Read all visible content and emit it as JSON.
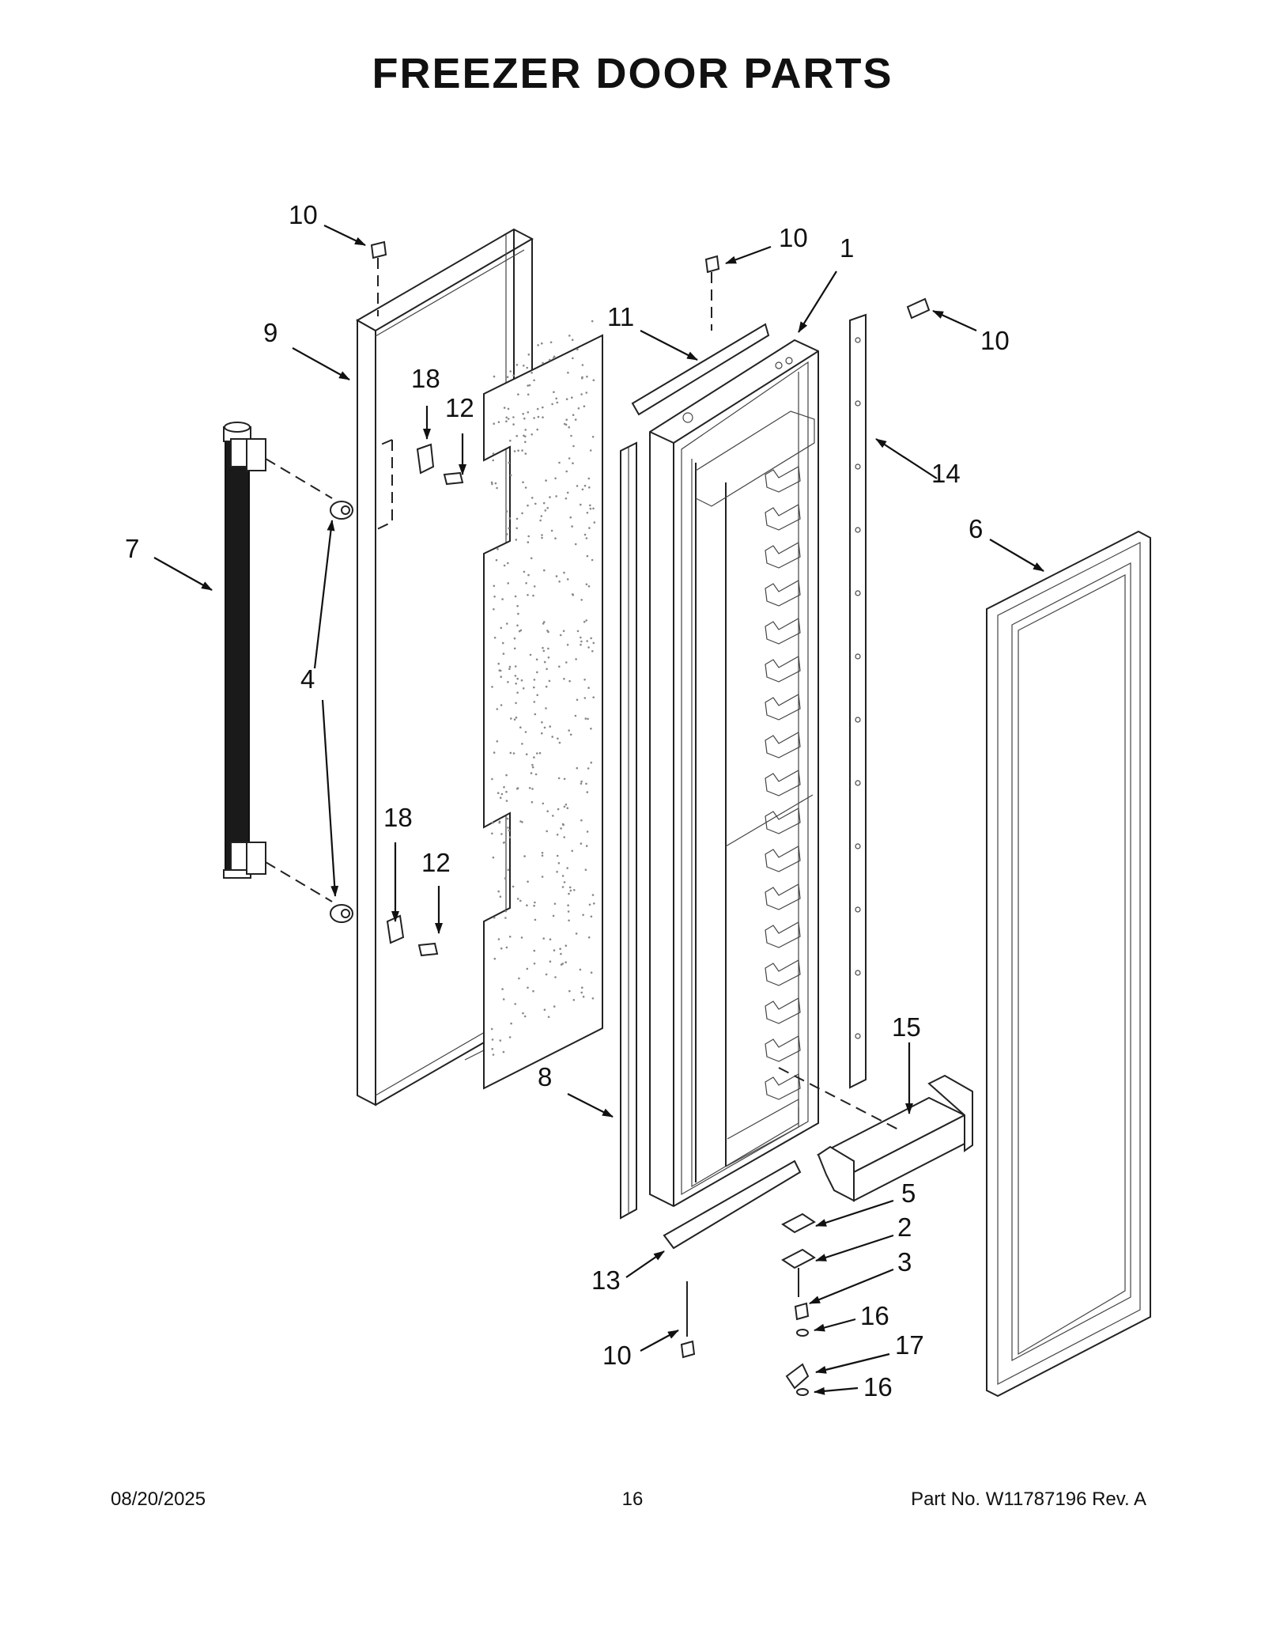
{
  "title": "FREEZER DOOR PARTS",
  "footer": {
    "date": "08/20/2025",
    "page": "16",
    "part": "Part No.  W11787196  Rev.  A"
  },
  "callouts": {
    "c1": "1",
    "c2": "2",
    "c3": "3",
    "c4": "4",
    "c5": "5",
    "c6": "6",
    "c7": "7",
    "c8": "8",
    "c9": "9",
    "c10a": "10",
    "c10b": "10",
    "c10c": "10",
    "c10d": "10",
    "c11": "11",
    "c12a": "12",
    "c12b": "12",
    "c13": "13",
    "c14": "14",
    "c15": "15",
    "c16a": "16",
    "c16b": "16",
    "c17": "17",
    "c18a": "18",
    "c18b": "18"
  }
}
